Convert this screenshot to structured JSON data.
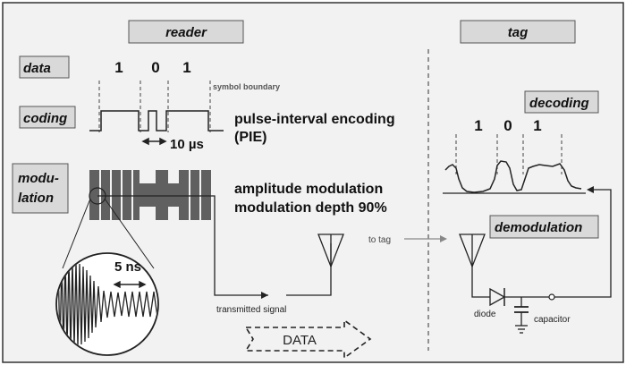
{
  "reader_label": "reader",
  "tag_label": "tag",
  "rows": {
    "data": "data",
    "coding": "coding",
    "modulation_1": "modu-",
    "modulation_2": "lation"
  },
  "bits": [
    "1",
    "0",
    "1"
  ],
  "tag_bits": [
    "1",
    "0",
    "1"
  ],
  "symbol_boundary": "symbol boundary",
  "pie_line1": "pulse-interval encoding",
  "pie_line2": "(PIE)",
  "interval": "10 µs",
  "am_line1": "amplitude modulation",
  "am_line2": "modulation depth 90%",
  "zoom_label": "5 ns",
  "transmitted": "transmitted signal",
  "to_tag": "to tag",
  "decoding": "decoding",
  "demodulation": "demodulation",
  "diode": "diode",
  "capacitor": "capacitor",
  "data_arrow": "DATA",
  "colors": {
    "background": "#f2f2f2",
    "box_fill": "#d9d9d9",
    "modulated": "#606060",
    "line": "#222222"
  }
}
